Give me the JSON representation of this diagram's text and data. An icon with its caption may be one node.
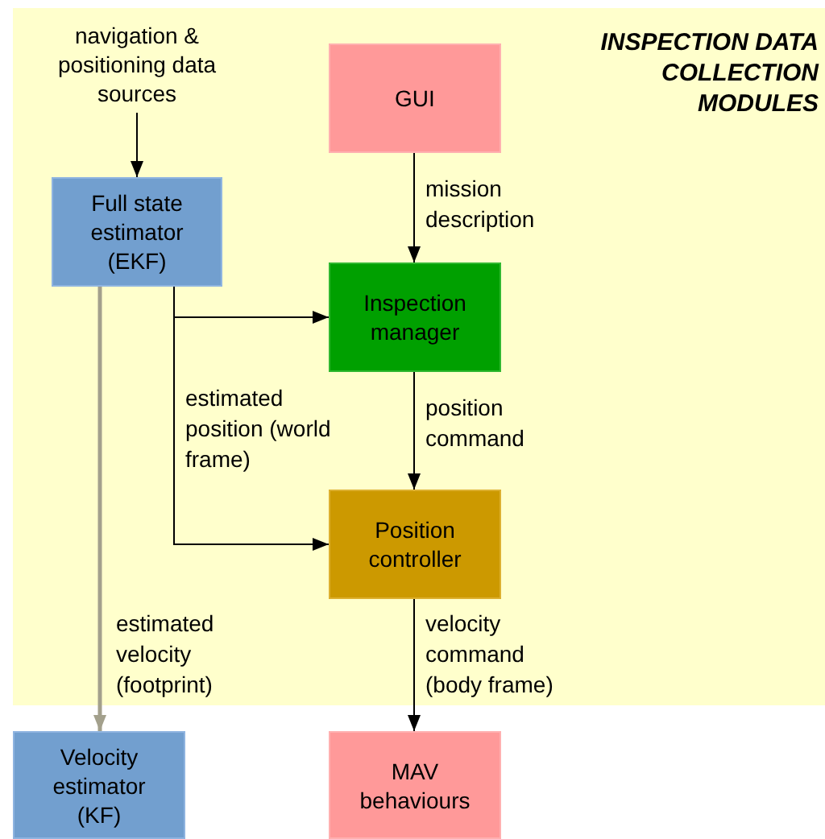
{
  "diagram": {
    "nodes": [
      {
        "text": [
          "INSPECTION DATA COLLECTION MODULES"
        ]
      },
      {
        "text": [
          "navigation & positioning data sources"
        ],
        "in": 0
      },
      {
        "text": [
          "Full state estimator (EKF)"
        ],
        "in": 0
      },
      {
        "text": [
          "GUI"
        ],
        "in": 0
      },
      {
        "text": [
          "Inspection manager"
        ],
        "in": 0
      },
      {
        "text": [
          "Position controller"
        ],
        "in": 0
      },
      {
        "text": [
          "Velocity estimator (KF)"
        ]
      },
      {
        "text": [
          "MAV behaviours"
        ]
      }
    ],
    "edges": [
      {
        "from": 1,
        "to": 2,
        "arrow": "to"
      },
      {
        "from": 3,
        "to": 4,
        "arrow": "to",
        "label": "mission description"
      },
      {
        "from": 2,
        "to": 4,
        "arrow": "to"
      },
      {
        "from": 2,
        "to": 5,
        "arrow": "to",
        "label": "estimated position (world frame)"
      },
      {
        "from": 4,
        "to": 5,
        "arrow": "to",
        "label": "position command"
      },
      {
        "from": 2,
        "to": 6,
        "arrow": "to",
        "label": "estimated velocity (footprint)",
        "style": "thick",
        "color": "#a3a08c"
      },
      {
        "from": 5,
        "to": 7,
        "arrow": "to",
        "label": "velocity command (body frame)"
      }
    ]
  }
}
